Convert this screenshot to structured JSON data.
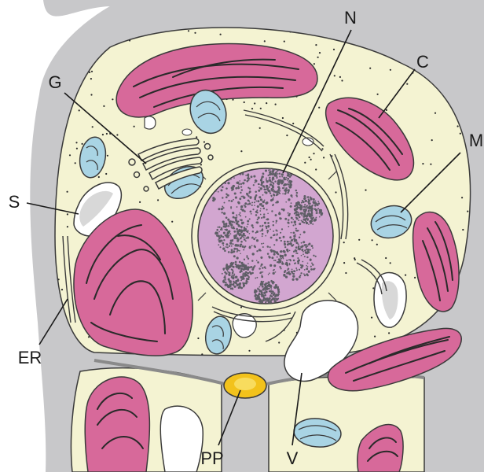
{
  "labels": {
    "nucleus": "N",
    "chloroplast": "C",
    "golgi": "G",
    "mitochondrion": "M",
    "starch": "S",
    "er": "ER",
    "plasmodesmata": "PP",
    "vacuole": "V"
  },
  "colors": {
    "cell_wall": "#c8c8ca",
    "cytoplasm": "#f4f3d2",
    "chloroplast": "#d7699a",
    "mitochondrion": "#a9d4e4",
    "nucleus": "#d2a6d0",
    "chromatin": "#5e5e66",
    "plasmodesmata": "#f2c21c",
    "vacuole": "#ffffff"
  }
}
